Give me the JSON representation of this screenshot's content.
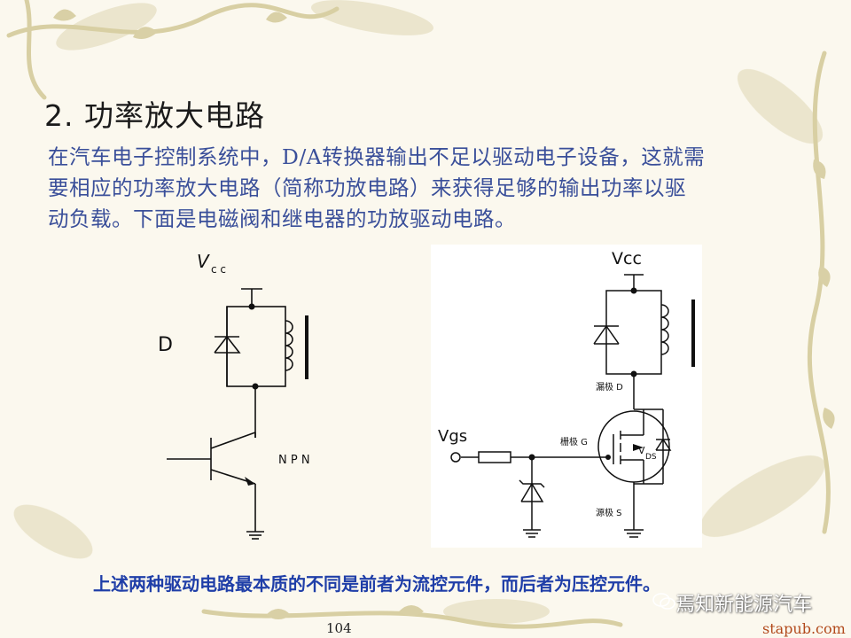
{
  "slide": {
    "title": "2. 功率放大电路",
    "intro_lines": [
      "在汽车电子控制系统中，D/A转换器输出不足以驱动电子设备，这就需",
      "要相应的功率放大电路（简称功放电路）来获得足够的输出功率以驱",
      "动负载。下面是电磁阀和继电器的功放驱动电路。"
    ],
    "conclusion": "上述两种驱动电路最本质的不同是前者为流控元件，而后者为压控元件。",
    "page_number": "104"
  },
  "left_circuit": {
    "vcc_label_v": "V",
    "vcc_label_sub": "c c",
    "diode_label": "D",
    "transistor_label": "N P N"
  },
  "right_circuit": {
    "vcc_label": "Vcc",
    "drain_label": "漏极 D",
    "gate_label": "栅极 G",
    "source_label": "源极 S",
    "vgs_label": "Vgs",
    "vds_label_v": "V",
    "vds_label_sub": "DS"
  },
  "watermark": {
    "text": "焉知新能源汽车",
    "site": "stapub.com"
  }
}
